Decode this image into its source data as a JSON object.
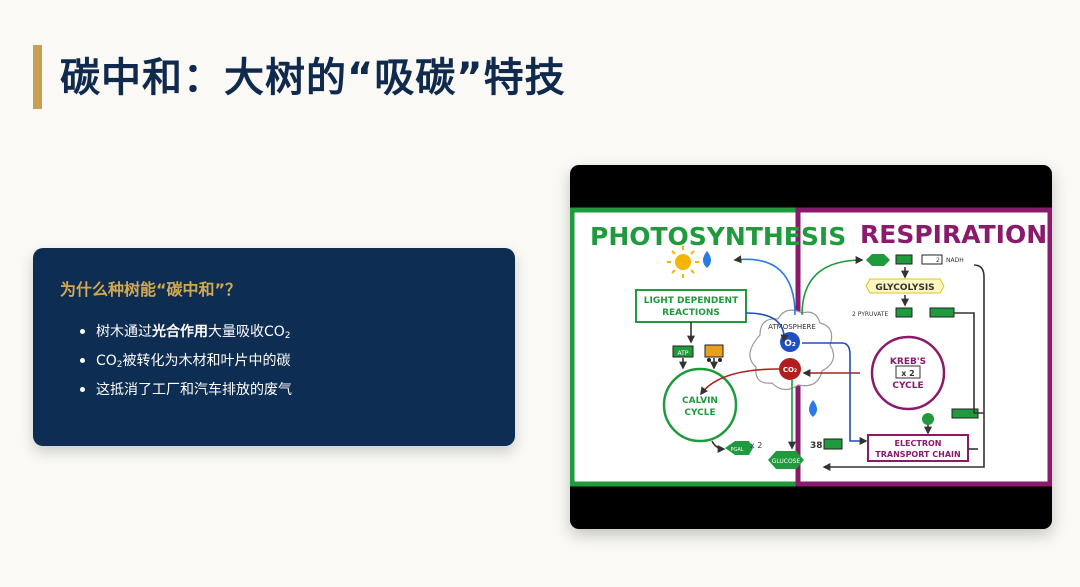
{
  "page": {
    "title": "碳中和：大树的“吸碳”特技"
  },
  "card": {
    "title": "为什么种树能“碳中和”？",
    "bullets": [
      {
        "before": "树木通过",
        "bold": "光合作用",
        "after": "大量吸收CO",
        "sub": "2",
        "tail": ""
      },
      {
        "before": "CO",
        "sub": "2",
        "after": "被转化为木材和叶片中的碳"
      },
      {
        "text": "这抵消了工厂和汽车排放的废气"
      }
    ]
  },
  "diagram": {
    "photosynthesis_title": "PHOTOSYNTHESIS",
    "respiration_title": "RESPIRATION",
    "light_reactions": [
      "LIGHT DEPENDENT",
      "REACTIONS"
    ],
    "calvin_cycle": [
      "CALVIN",
      "CYCLE"
    ],
    "atmosphere": "ATMOSPHERE",
    "o2": "O₂",
    "co2": "CO₂",
    "h2o": "H₂O",
    "atp": "ATP",
    "glucose": "GLUCOSE",
    "pgal": "PGAL",
    "x2": "x 2",
    "glycolysis": "GLYCOLYSIS",
    "pyruvate": "2 PYRUVATE",
    "nadh": "NADH",
    "two": "2",
    "krebs": [
      "KREB'S",
      "x 2",
      "CYCLE"
    ],
    "electron_transport": [
      "ELECTRON",
      "TRANSPORT CHAIN"
    ],
    "atp_38": "38",
    "colors": {
      "photosynthesis": "#1f9a3c",
      "respiration": "#8a1a6b",
      "o2_blue": "#1f4fc0",
      "co2_red": "#b01e1e"
    }
  }
}
